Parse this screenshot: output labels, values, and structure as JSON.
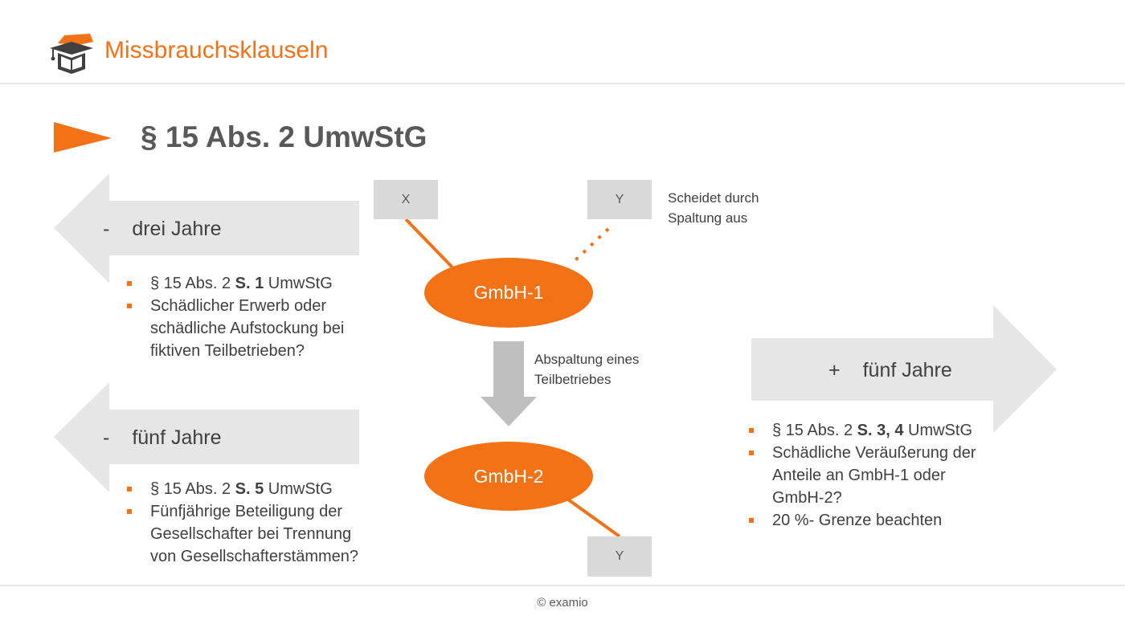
{
  "header": {
    "title": "Missbrauchsklauseln",
    "logo_icon": "graduation-cap-book-icon"
  },
  "slide": {
    "title": "§ 15 Abs. 2 UmwStG"
  },
  "colors": {
    "accent": "#f47216",
    "arrow_gray": "#e6e6e6",
    "box_gray": "#d9d9d9",
    "down_arrow_gray": "#bfbfbf"
  },
  "left_arrows": [
    {
      "label_sign": "-",
      "label_text": "drei Jahre",
      "bullets": [
        {
          "pre": "§ 15 Abs. 2 ",
          "bold": "S. 1",
          "post": " UmwStG"
        },
        {
          "lines": [
            "Schädlicher Erwerb oder",
            "schädliche Aufstockung bei",
            "fiktiven Teilbetrieben?"
          ]
        }
      ]
    },
    {
      "label_sign": "-",
      "label_text": "fünf Jahre",
      "bullets": [
        {
          "pre": "§ 15 Abs. 2 ",
          "bold": "S. 5",
          "post": " UmwStG"
        },
        {
          "lines": [
            "Fünfjährige Beteiligung der",
            "Gesellschafter bei Trennung",
            "von Gesellschafterstämmen?"
          ]
        }
      ]
    }
  ],
  "right_arrow": {
    "label_sign": "+",
    "label_text": "fünf Jahre",
    "bullets": [
      {
        "pre": "§ 15 Abs. 2 ",
        "bold": "S. 3, 4",
        "post": " UmwStG"
      },
      {
        "lines": [
          "Schädliche Veräußerung der",
          "Anteile an GmbH-1 oder",
          "GmbH-2?"
        ]
      },
      {
        "lines": [
          "20 %- Grenze beachten"
        ]
      }
    ]
  },
  "diagram": {
    "box_x": "X",
    "box_y_top": "Y",
    "box_y_bottom": "Y",
    "gmbh1": "GmbH-1",
    "gmbh2": "GmbH-2",
    "note_exit": [
      "Scheidet durch",
      "Spaltung aus"
    ],
    "note_split": [
      "Abspaltung eines",
      "Teilbetriebes"
    ]
  },
  "footer": {
    "text": "© examio"
  }
}
